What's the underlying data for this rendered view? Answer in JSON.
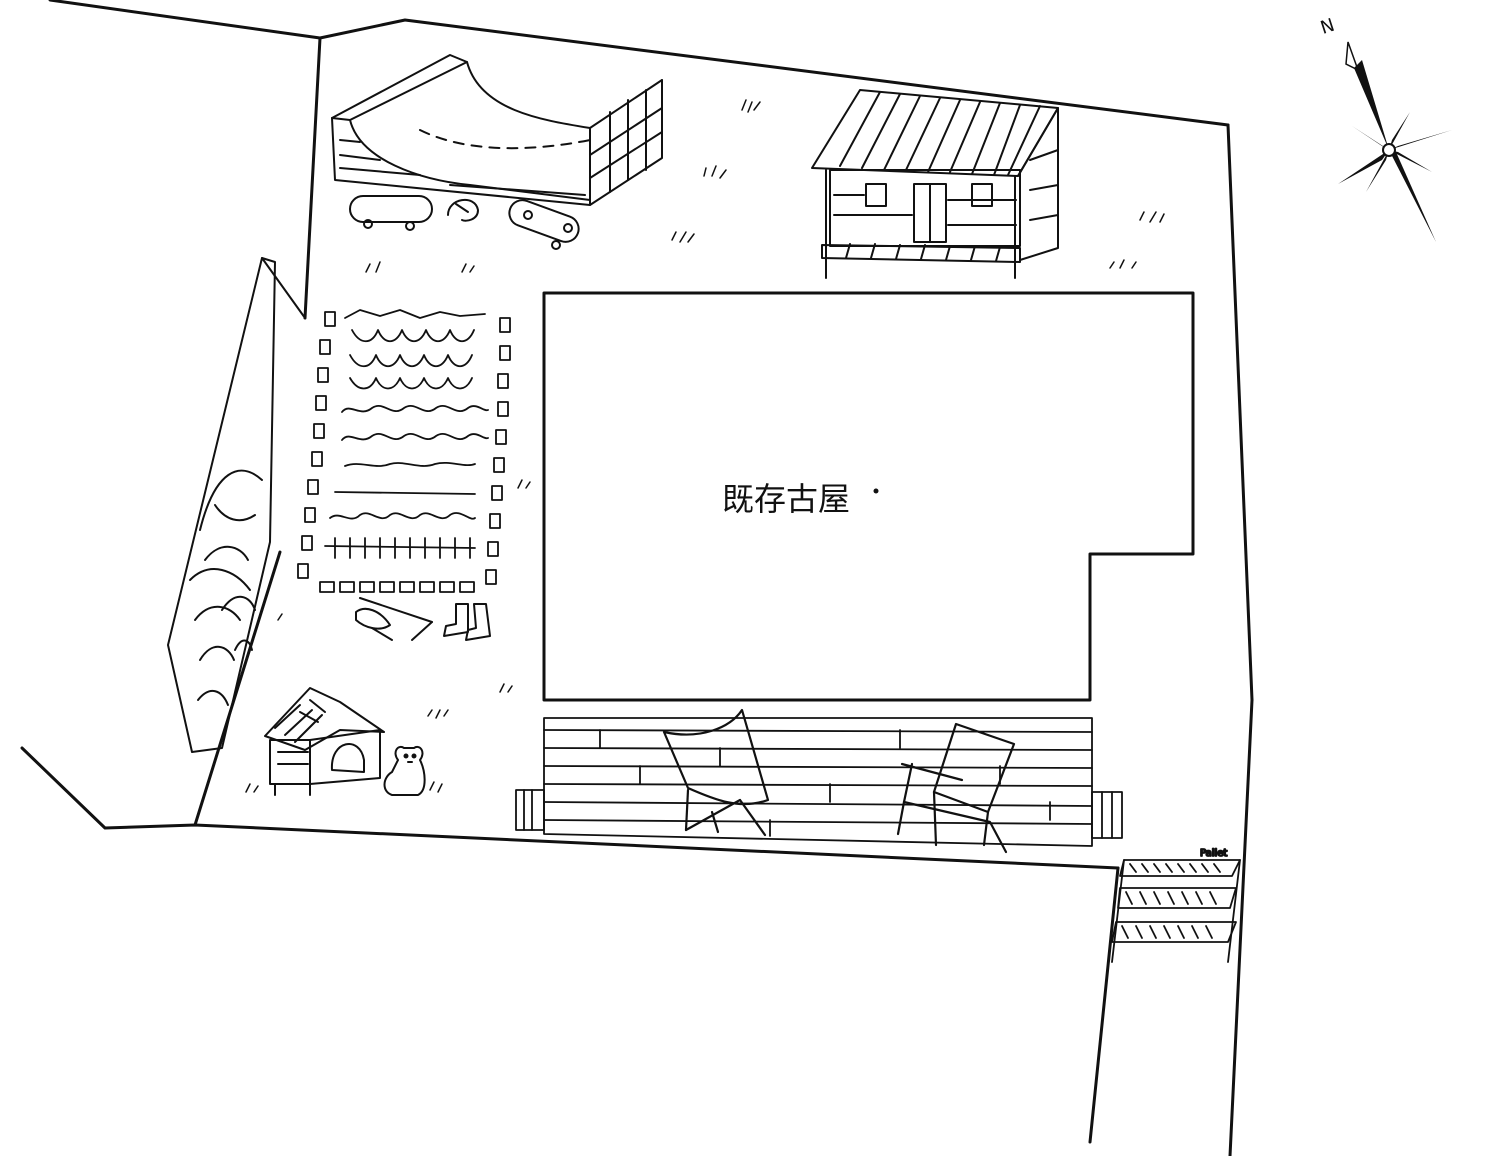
{
  "title": "",
  "existing_house": {
    "label": "既存古屋"
  },
  "compass": {
    "north_label": "N"
  },
  "shelf_sign": {
    "label": "Pallet"
  },
  "features": [
    "half-pipe-ramp",
    "skateboard",
    "helmet",
    "skateboard",
    "storage-shed",
    "vegetable-garden",
    "gardening-tools",
    "boots",
    "stone-wall",
    "dog-house",
    "dog",
    "wood-deck",
    "butterfly-chair",
    "folding-chair",
    "deck-steps",
    "pallet-shelf"
  ]
}
